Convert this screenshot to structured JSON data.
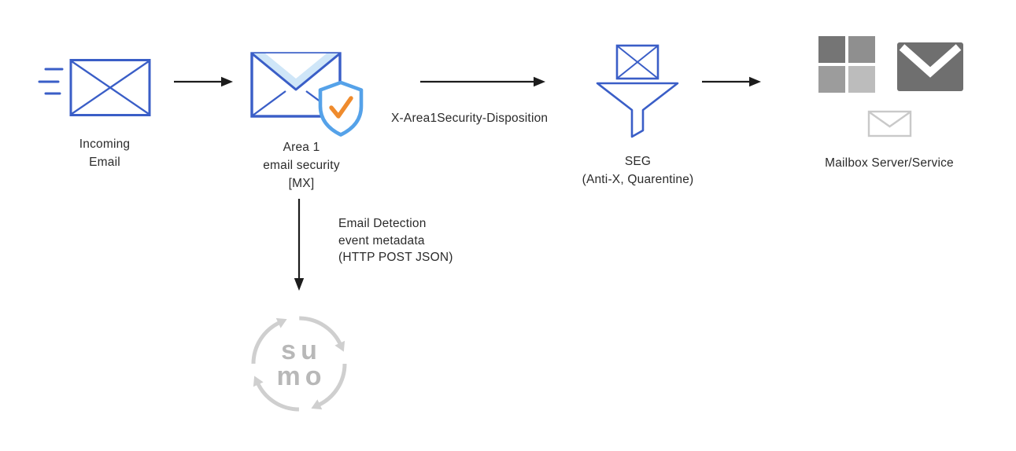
{
  "colors": {
    "envelope_blue": "#3a5ec7",
    "light_blue": "#cfe6f8",
    "shield_blue": "#55a2e9",
    "check_orange": "#ef8b2d",
    "arrow_black": "#1c1c1c",
    "text_dark": "#2b2b2b",
    "ms_square_1": "#757575",
    "ms_square_2": "#8f8f8f",
    "ms_square_3": "#9c9c9c",
    "ms_square_4": "#bcbcbc",
    "mail_gray": "#6f6f6f",
    "envelope_light_gray": "#c9c9c9",
    "sumo_gray": "#cfcfcf",
    "sumo_text_gray": "#b8b8b8"
  },
  "nodes": {
    "incoming_email": {
      "label_lines": [
        "Incoming",
        "Email"
      ]
    },
    "area1": {
      "label_lines": [
        "Area 1",
        "email security",
        "[MX]"
      ]
    },
    "seg": {
      "label_lines": [
        "SEG",
        "(Anti-X, Quarentine)"
      ]
    },
    "mailbox": {
      "label_lines": [
        "Mailbox Server/Service"
      ]
    },
    "sumo_logic": {
      "logo_lines": [
        "su",
        "mo"
      ]
    }
  },
  "edges": {
    "area1_to_seg_label": "X-Area1Security-Disposition",
    "area1_to_sumo_label_lines": [
      "Email Detection",
      "event metadata",
      "(HTTP POST JSON)"
    ]
  }
}
